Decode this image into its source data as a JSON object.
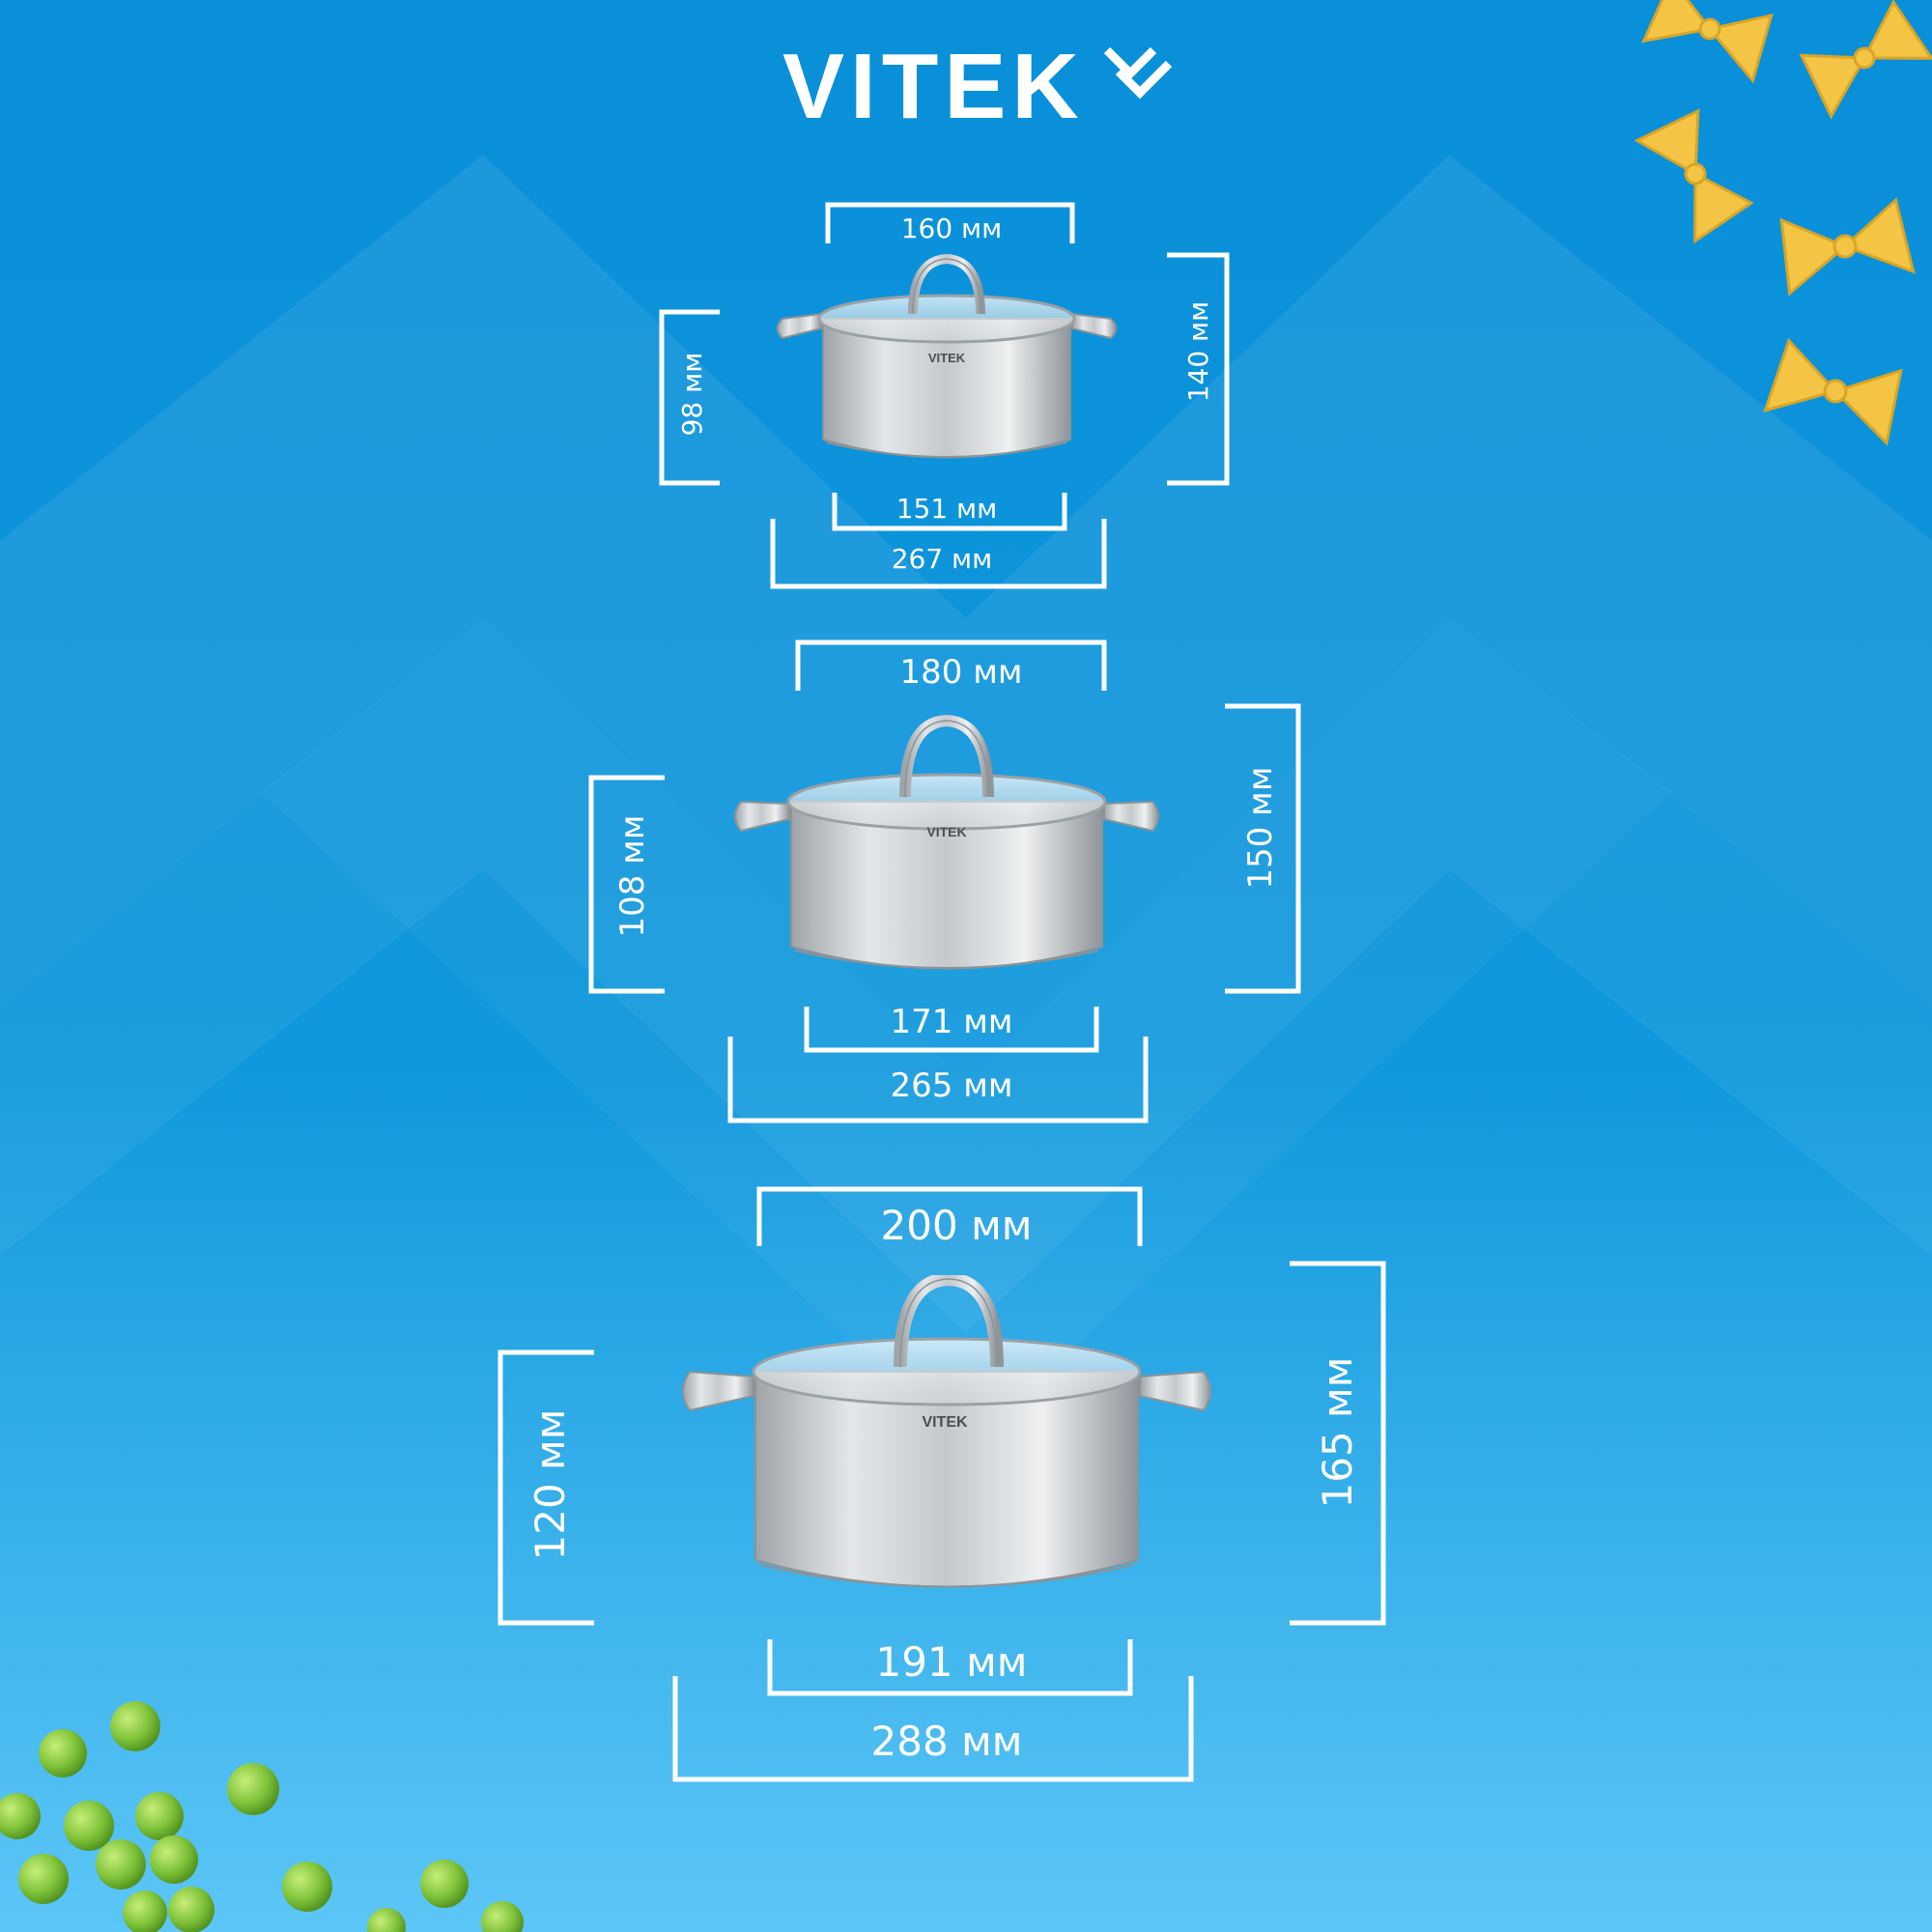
{
  "brand": {
    "name": "VITEK"
  },
  "colors": {
    "background_top": "#0a8fd9",
    "background_bottom": "#5cc6f6",
    "lines": "#ffffff",
    "steel": "#c9cdd0",
    "pasta": "#f4c544",
    "peas": "#7fc33a"
  },
  "pots": [
    {
      "label": "VITEK",
      "dimensions": {
        "top": "160 мм",
        "left": "98 мм",
        "right": "140 мм",
        "bottom": "151 мм",
        "overall": "267 мм"
      }
    },
    {
      "label": "VITEK",
      "dimensions": {
        "top": "180 мм",
        "left": "108 мм",
        "right": "150 мм",
        "bottom": "171 мм",
        "overall": "265 мм"
      }
    },
    {
      "label": "VITEK",
      "dimensions": {
        "top": "200 мм",
        "left": "120 мм",
        "right": "165  мм",
        "bottom": "191 мм",
        "overall": "288 мм"
      }
    }
  ],
  "decor": {
    "top_right": "farfalle-pasta",
    "bottom_left": "green-peas"
  }
}
